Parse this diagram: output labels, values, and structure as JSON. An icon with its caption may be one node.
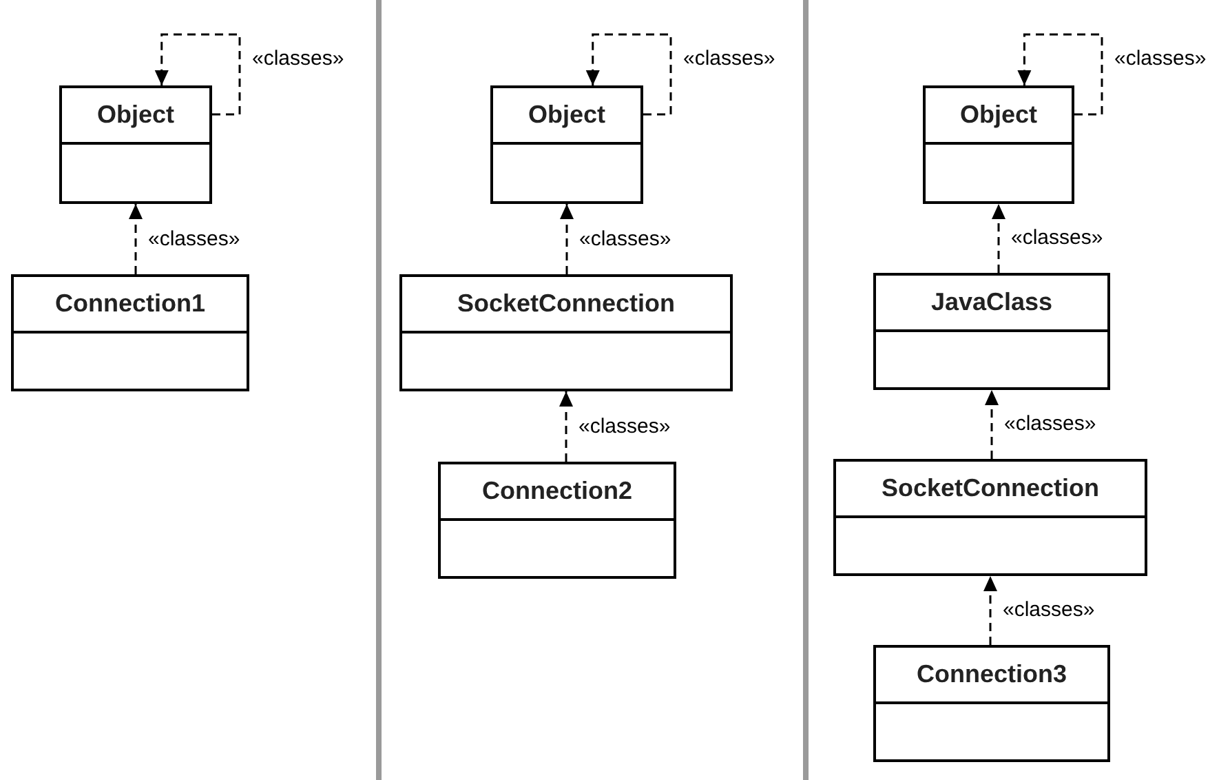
{
  "diagram": {
    "nodes": [
      {
        "text": [
          "Object"
        ]
      },
      {
        "text": [
          "Connection1"
        ]
      },
      {
        "text": [
          "Object"
        ]
      },
      {
        "text": [
          "SocketConnection"
        ]
      },
      {
        "text": [
          "Connection2"
        ]
      },
      {
        "text": [
          "Object"
        ]
      },
      {
        "text": [
          "JavaClass"
        ]
      },
      {
        "text": [
          "SocketConnection"
        ]
      },
      {
        "text": [
          "Connection3"
        ]
      }
    ],
    "edges": [
      {
        "from": 0,
        "to": 0,
        "arrow": "to",
        "label": "«classes»",
        "style": "dashed"
      },
      {
        "from": 1,
        "to": 0,
        "arrow": "to",
        "label": "«classes»",
        "style": "dashed"
      },
      {
        "from": 2,
        "to": 2,
        "arrow": "to",
        "label": "«classes»",
        "style": "dashed"
      },
      {
        "from": 3,
        "to": 2,
        "arrow": "to",
        "label": "«classes»",
        "style": "dashed"
      },
      {
        "from": 4,
        "to": 3,
        "arrow": "to",
        "label": "«classes»",
        "style": "dashed"
      },
      {
        "from": 5,
        "to": 5,
        "arrow": "to",
        "label": "«classes»",
        "style": "dashed"
      },
      {
        "from": 6,
        "to": 5,
        "arrow": "to",
        "label": "«classes»",
        "style": "dashed"
      },
      {
        "from": 7,
        "to": 6,
        "arrow": "to",
        "label": "«classes»",
        "style": "dashed"
      },
      {
        "from": 8,
        "to": 7,
        "arrow": "to",
        "label": "«classes»",
        "style": "dashed"
      }
    ]
  }
}
